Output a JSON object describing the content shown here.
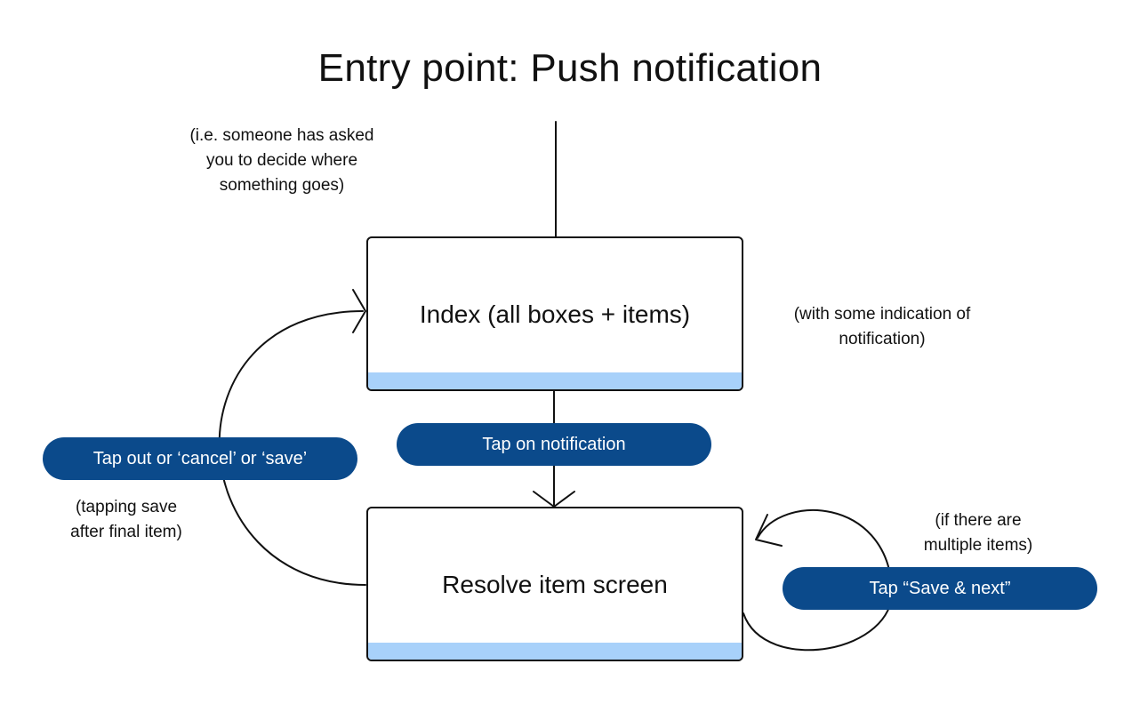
{
  "title": "Entry point: Push notification",
  "notes": {
    "entry": [
      "(i.e. someone has asked",
      "you to decide where",
      "something goes)"
    ],
    "index": [
      "(with some indication of",
      "notification)"
    ],
    "tapping_save": [
      "(tapping save",
      "after final item)"
    ],
    "multiple": [
      "(if there are",
      "multiple items)"
    ]
  },
  "boxes": {
    "index": "Index (all boxes + items)",
    "resolve": "Resolve item screen"
  },
  "actions": {
    "tap_notification": "Tap on notification",
    "tap_out": "Tap out or ‘cancel’  or ‘save’",
    "save_next": "Tap “Save & next”"
  },
  "colors": {
    "pill": "#0b4a8b",
    "strip": "#a8d1fa",
    "stroke": "#111111"
  }
}
